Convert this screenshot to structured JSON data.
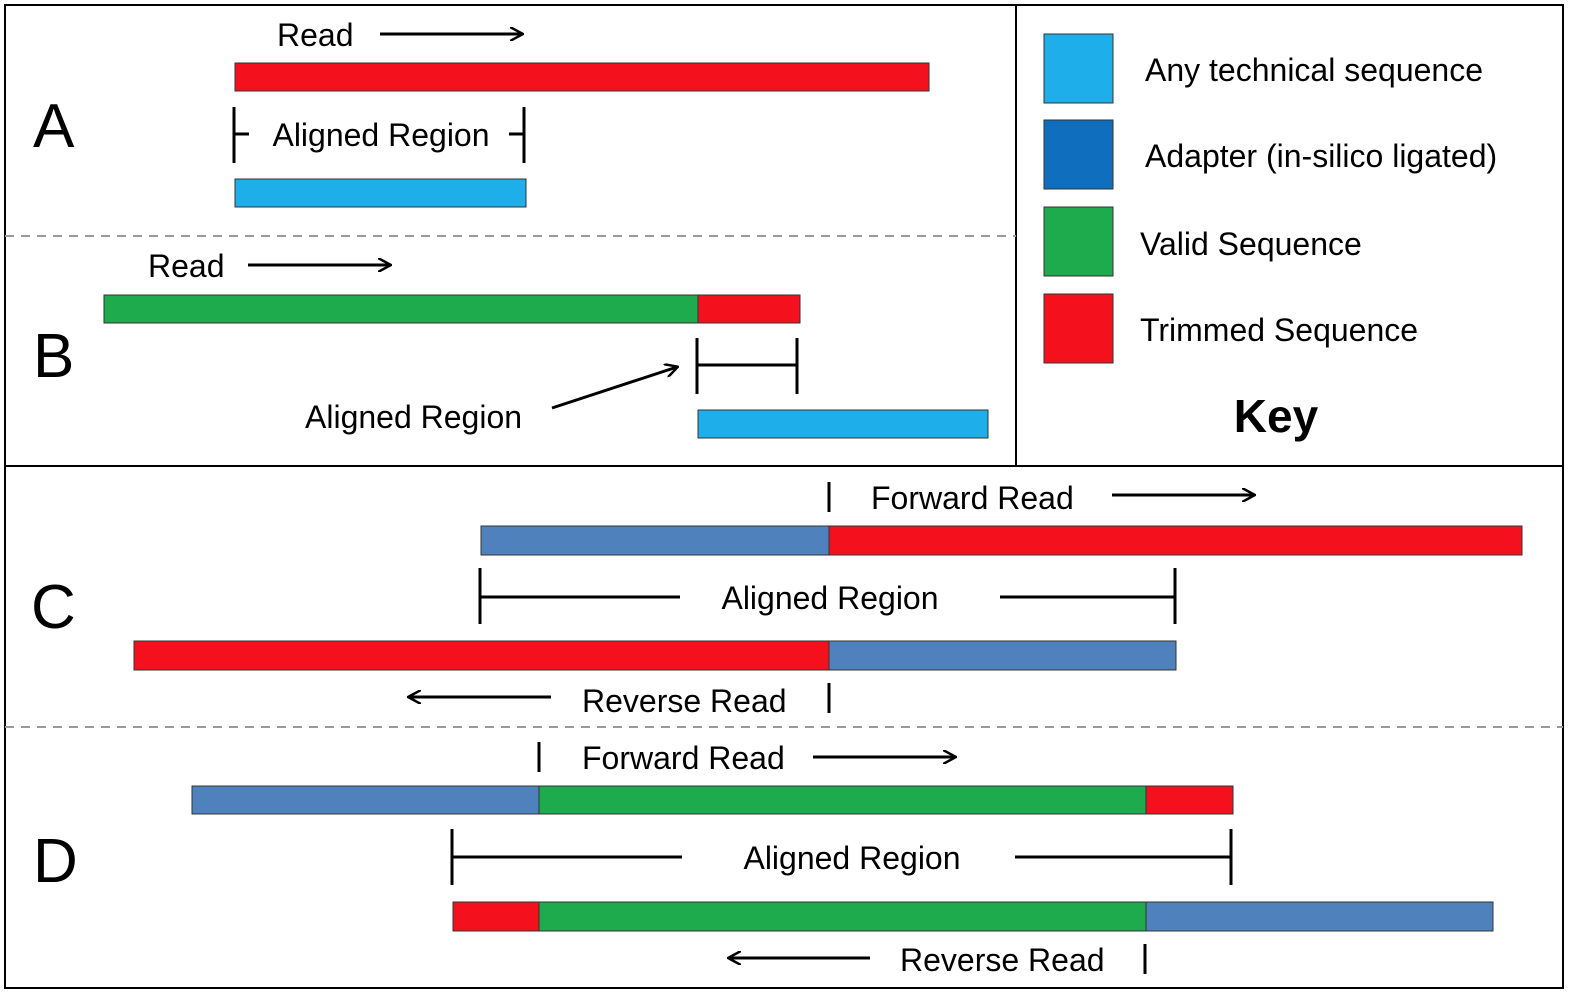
{
  "colors": {
    "technical": "#1eaeea",
    "adapter": "#4f81bd",
    "adapter_key": "#0f6fbe",
    "valid": "#1eab4e",
    "trimmed": "#f5101e"
  },
  "panels": {
    "A": {
      "letter": "A",
      "read_label": "Read",
      "aligned_label": "Aligned Region"
    },
    "B": {
      "letter": "B",
      "read_label": "Read",
      "aligned_label": "Aligned Region"
    },
    "C": {
      "letter": "C",
      "forward_label": "Forward Read",
      "aligned_label": "Aligned Region",
      "reverse_label": "Reverse Read"
    },
    "D": {
      "letter": "D",
      "forward_label": "Forward Read",
      "aligned_label": "Aligned Region",
      "reverse_label": "Reverse Read"
    }
  },
  "key": {
    "title": "Key",
    "items": [
      {
        "label": "Any technical sequence",
        "color": "#1eaeea"
      },
      {
        "label": "Adapter (in-silico ligated)",
        "color": "#0f6fbe"
      },
      {
        "label": "Valid Sequence",
        "color": "#1eab4e"
      },
      {
        "label": "Trimmed Sequence",
        "color": "#f5101e"
      }
    ]
  }
}
